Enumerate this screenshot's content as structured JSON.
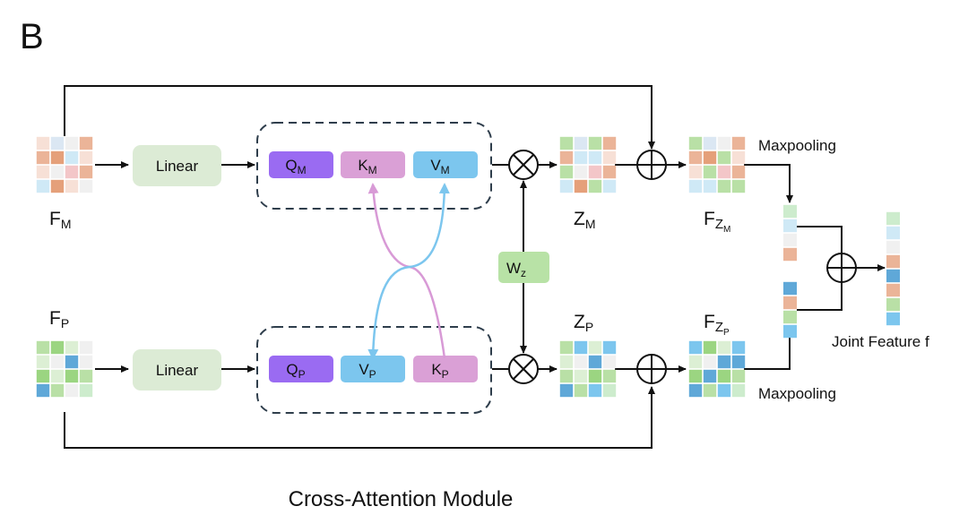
{
  "panel_label": "B",
  "caption": "Cross-Attention Module",
  "colors": {
    "linear_fill": "#dcebd5",
    "q_fill": "#9a6bf2",
    "k_fill": "#daa0d6",
    "v_fill": "#7cc6ee",
    "wz_fill": "#b8e2a6",
    "dashed_border": "#2f3e4c",
    "arrow_k": "#d89ad6",
    "arrow_v": "#7cc6ee",
    "line": "#111111"
  },
  "palette": {
    "pe": "#f7e0d6",
    "po": "#ebb498",
    "pO": "#e5a07a",
    "pr": "#f3c6c8",
    "bl": "#dbe7f3",
    "bc": "#cfe9f6",
    "bm": "#7cc6ee",
    "bd": "#5fa8d8",
    "g0": "#f0f0f0",
    "gl": "#dcefd4",
    "gm": "#b9e0a6",
    "gd": "#9bd581",
    "gx": "#cdeccd"
  },
  "nodes": {
    "F_M": {
      "main": "F",
      "sub": "M",
      "grid": [
        "pe",
        "bl",
        "g0",
        "po",
        "po",
        "pO",
        "bc",
        "pe",
        "pe",
        "g0",
        "pr",
        "po",
        "bc",
        "pO",
        "pe",
        "g0"
      ]
    },
    "F_P": {
      "main": "F",
      "sub": "P",
      "grid": [
        "gm",
        "gd",
        "gl",
        "g0",
        "gl",
        "g0",
        "bd",
        "g0",
        "gd",
        "gl",
        "gd",
        "gm",
        "bd",
        "gm",
        "g0",
        "gx"
      ]
    },
    "Z_M": {
      "main": "Z",
      "sub": "M",
      "grid": [
        "gm",
        "bl",
        "gm",
        "po",
        "po",
        "bc",
        "bc",
        "pe",
        "gm",
        "g0",
        "pr",
        "po",
        "bc",
        "pO",
        "gm",
        "bc"
      ]
    },
    "Z_P": {
      "main": "Z",
      "sub": "P",
      "grid": [
        "gm",
        "bm",
        "gl",
        "bm",
        "gl",
        "g0",
        "bd",
        "g0",
        "gm",
        "gl",
        "gd",
        "gm",
        "bd",
        "gm",
        "bm",
        "gx"
      ]
    },
    "F_ZM": {
      "main": "F",
      "sub": "Z",
      "subsub": "M",
      "grid": [
        "gm",
        "bl",
        "g0",
        "po",
        "po",
        "pO",
        "gm",
        "pe",
        "pe",
        "gm",
        "pr",
        "po",
        "bc",
        "bc",
        "gm",
        "gm"
      ]
    },
    "F_ZP": {
      "main": "F",
      "sub": "Z",
      "subsub": "P",
      "grid": [
        "bm",
        "gd",
        "gl",
        "bm",
        "gl",
        "g0",
        "bd",
        "bd",
        "gd",
        "bd",
        "gd",
        "gm",
        "bd",
        "gm",
        "bm",
        "gx"
      ]
    }
  },
  "blocks": {
    "linear_top": "Linear",
    "linear_bottom": "Linear",
    "wz": {
      "main": "W",
      "sub": "z"
    },
    "top_row": [
      {
        "main": "Q",
        "sub": "M",
        "kind": "q"
      },
      {
        "main": "K",
        "sub": "M",
        "kind": "k"
      },
      {
        "main": "V",
        "sub": "M",
        "kind": "v"
      }
    ],
    "bottom_row": [
      {
        "main": "Q",
        "sub": "P",
        "kind": "q"
      },
      {
        "main": "V",
        "sub": "P",
        "kind": "v"
      },
      {
        "main": "K",
        "sub": "P",
        "kind": "k"
      }
    ]
  },
  "vectors": {
    "pool_M": [
      "gx",
      "bc",
      "g0",
      "po"
    ],
    "pool_P": [
      "bd",
      "po",
      "gm",
      "bm"
    ],
    "joint": [
      "gx",
      "bc",
      "g0",
      "po",
      "bd",
      "po",
      "gm",
      "bm"
    ]
  },
  "labels": {
    "maxpool_top": "Maxpooling",
    "maxpool_bottom": "Maxpooling",
    "joint_feature": "Joint Feature f"
  }
}
